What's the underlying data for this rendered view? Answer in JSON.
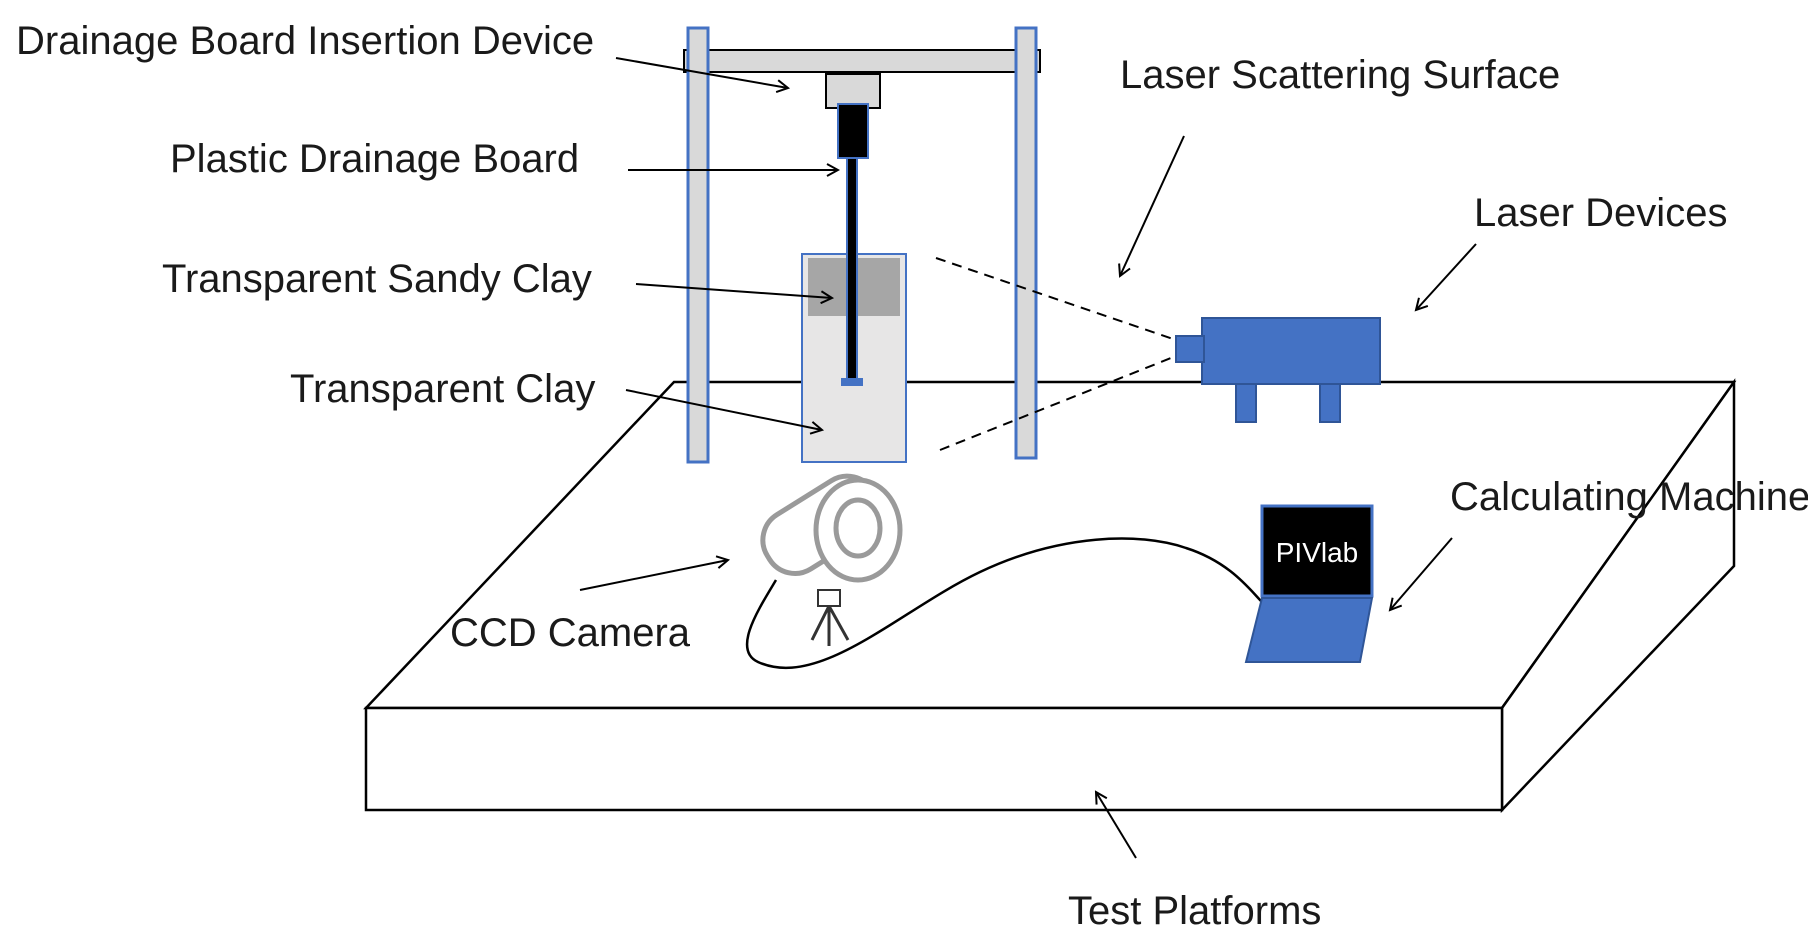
{
  "labels": {
    "insertion_device": "Drainage Board Insertion Device",
    "plastic_board": "Plastic Drainage Board",
    "sandy_clay": "Transparent Sandy Clay",
    "clay": "Transparent Clay",
    "laser_surface": "Laser Scattering Surface",
    "laser_devices": "Laser Devices",
    "calculating_machine": "Calculating Machine",
    "ccd_camera": "CCD Camera",
    "test_platforms": "Test Platforms",
    "laptop_screen": "PIVlab"
  },
  "colors": {
    "laser_blue": "#4472c4",
    "frame_fill": "#d9d9d9",
    "sandy_layer": "#a6a6a6",
    "clay_fill": "#e7e6e6"
  }
}
